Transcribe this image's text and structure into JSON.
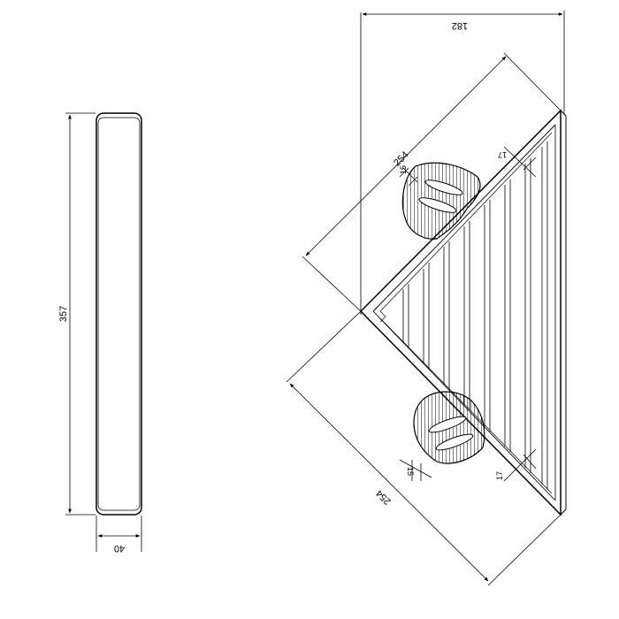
{
  "drawing": {
    "front_view": {
      "height_label": "357",
      "width_label": "40"
    },
    "plan_view": {
      "top_width_label": "182",
      "upper_diag_label": "254",
      "lower_diag_label": "254",
      "upper_bracket_offset_label": "15",
      "lower_bracket_offset_label": "15",
      "upper_edge_label": "17",
      "lower_edge_label": "17"
    }
  }
}
